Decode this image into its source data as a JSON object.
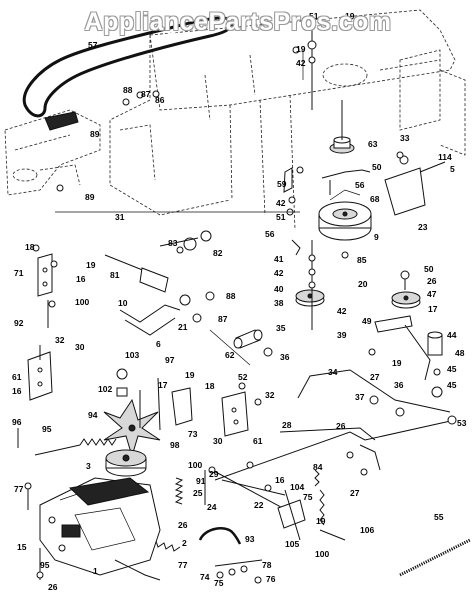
{
  "watermark": "AppliancePartsPros.com",
  "callouts": [
    {
      "id": "c57",
      "text": "57"
    },
    {
      "id": "c51",
      "text": "51"
    },
    {
      "id": "c19a",
      "text": "19"
    },
    {
      "id": "c19b",
      "text": "19"
    },
    {
      "id": "c42a",
      "text": "42"
    },
    {
      "id": "c88a",
      "text": "88"
    },
    {
      "id": "c87a",
      "text": "87"
    },
    {
      "id": "c86a",
      "text": "86"
    },
    {
      "id": "c89a",
      "text": "89"
    },
    {
      "id": "c63",
      "text": "63"
    },
    {
      "id": "c33",
      "text": "33"
    },
    {
      "id": "c50a",
      "text": "50"
    },
    {
      "id": "c114",
      "text": "114"
    },
    {
      "id": "c5",
      "text": "5"
    },
    {
      "id": "c89b",
      "text": "89"
    },
    {
      "id": "c59",
      "text": "59"
    },
    {
      "id": "c42b",
      "text": "42"
    },
    {
      "id": "c51b",
      "text": "51"
    },
    {
      "id": "c56a",
      "text": "56"
    },
    {
      "id": "c68",
      "text": "68"
    },
    {
      "id": "c31",
      "text": "31"
    },
    {
      "id": "c23",
      "text": "23"
    },
    {
      "id": "c56b",
      "text": "56"
    },
    {
      "id": "c9",
      "text": "9"
    },
    {
      "id": "c18a",
      "text": "18"
    },
    {
      "id": "c83",
      "text": "83"
    },
    {
      "id": "c82",
      "text": "82"
    },
    {
      "id": "c71",
      "text": "71"
    },
    {
      "id": "c19c",
      "text": "19"
    },
    {
      "id": "c16a",
      "text": "16"
    },
    {
      "id": "c81",
      "text": "81"
    },
    {
      "id": "c41",
      "text": "41"
    },
    {
      "id": "c42c",
      "text": "42"
    },
    {
      "id": "c85",
      "text": "85"
    },
    {
      "id": "c40",
      "text": "40"
    },
    {
      "id": "c20",
      "text": "20"
    },
    {
      "id": "c50b",
      "text": "50"
    },
    {
      "id": "c26a",
      "text": "26"
    },
    {
      "id": "c47",
      "text": "47"
    },
    {
      "id": "c100a",
      "text": "100"
    },
    {
      "id": "c88b",
      "text": "88"
    },
    {
      "id": "c10",
      "text": "10"
    },
    {
      "id": "c87b",
      "text": "87"
    },
    {
      "id": "c38",
      "text": "38"
    },
    {
      "id": "c42d",
      "text": "42"
    },
    {
      "id": "c92",
      "text": "92"
    },
    {
      "id": "c21",
      "text": "21"
    },
    {
      "id": "c49",
      "text": "49"
    },
    {
      "id": "c17a",
      "text": "17"
    },
    {
      "id": "c39",
      "text": "39"
    },
    {
      "id": "c44",
      "text": "44"
    },
    {
      "id": "c6",
      "text": "6"
    },
    {
      "id": "c35",
      "text": "35"
    },
    {
      "id": "c32a",
      "text": "32"
    },
    {
      "id": "c30a",
      "text": "30"
    },
    {
      "id": "c62",
      "text": "62"
    },
    {
      "id": "c36a",
      "text": "36"
    },
    {
      "id": "c48",
      "text": "48"
    },
    {
      "id": "c61a",
      "text": "61"
    },
    {
      "id": "c103",
      "text": "103"
    },
    {
      "id": "c97",
      "text": "97"
    },
    {
      "id": "c19d",
      "text": "19"
    },
    {
      "id": "c34",
      "text": "34"
    },
    {
      "id": "c27a",
      "text": "27"
    },
    {
      "id": "c45a",
      "text": "45"
    },
    {
      "id": "c16b",
      "text": "16"
    },
    {
      "id": "c102",
      "text": "102"
    },
    {
      "id": "c52",
      "text": "52"
    },
    {
      "id": "c17b",
      "text": "17"
    },
    {
      "id": "c19e",
      "text": "19"
    },
    {
      "id": "c18b",
      "text": "18"
    },
    {
      "id": "c36b",
      "text": "36"
    },
    {
      "id": "c45b",
      "text": "45"
    },
    {
      "id": "c37",
      "text": "37"
    },
    {
      "id": "c94",
      "text": "94"
    },
    {
      "id": "c32b",
      "text": "32"
    },
    {
      "id": "c53",
      "text": "53"
    },
    {
      "id": "c96",
      "text": "96"
    },
    {
      "id": "c30b",
      "text": "30"
    },
    {
      "id": "c73",
      "text": "73"
    },
    {
      "id": "c61b",
      "text": "61"
    },
    {
      "id": "c28",
      "text": "28"
    },
    {
      "id": "c95",
      "text": "95"
    },
    {
      "id": "c98",
      "text": "98"
    },
    {
      "id": "c26b",
      "text": "26"
    },
    {
      "id": "c3",
      "text": "3"
    },
    {
      "id": "c100b",
      "text": "100"
    },
    {
      "id": "c29",
      "text": "29"
    },
    {
      "id": "c84",
      "text": "84"
    },
    {
      "id": "c91",
      "text": "91"
    },
    {
      "id": "c16c",
      "text": "16"
    },
    {
      "id": "c104",
      "text": "104"
    },
    {
      "id": "c27b",
      "text": "27"
    },
    {
      "id": "c77a",
      "text": "77"
    },
    {
      "id": "c25",
      "text": "25"
    },
    {
      "id": "c24",
      "text": "24"
    },
    {
      "id": "c22",
      "text": "22"
    },
    {
      "id": "c75a",
      "text": "75"
    },
    {
      "id": "c26c",
      "text": "26"
    },
    {
      "id": "c19f",
      "text": "19"
    },
    {
      "id": "c106",
      "text": "106"
    },
    {
      "id": "c105",
      "text": "105"
    },
    {
      "id": "c55",
      "text": "55"
    },
    {
      "id": "c15",
      "text": "15"
    },
    {
      "id": "c2",
      "text": "2"
    },
    {
      "id": "c93",
      "text": "93"
    },
    {
      "id": "c100c",
      "text": "100"
    },
    {
      "id": "c95b",
      "text": "95"
    },
    {
      "id": "c77b",
      "text": "77"
    },
    {
      "id": "c26d",
      "text": "26"
    },
    {
      "id": "c1",
      "text": "1"
    },
    {
      "id": "c74",
      "text": "74"
    },
    {
      "id": "c75b",
      "text": "75"
    },
    {
      "id": "c78",
      "text": "78"
    },
    {
      "id": "c76",
      "text": "76"
    }
  ]
}
